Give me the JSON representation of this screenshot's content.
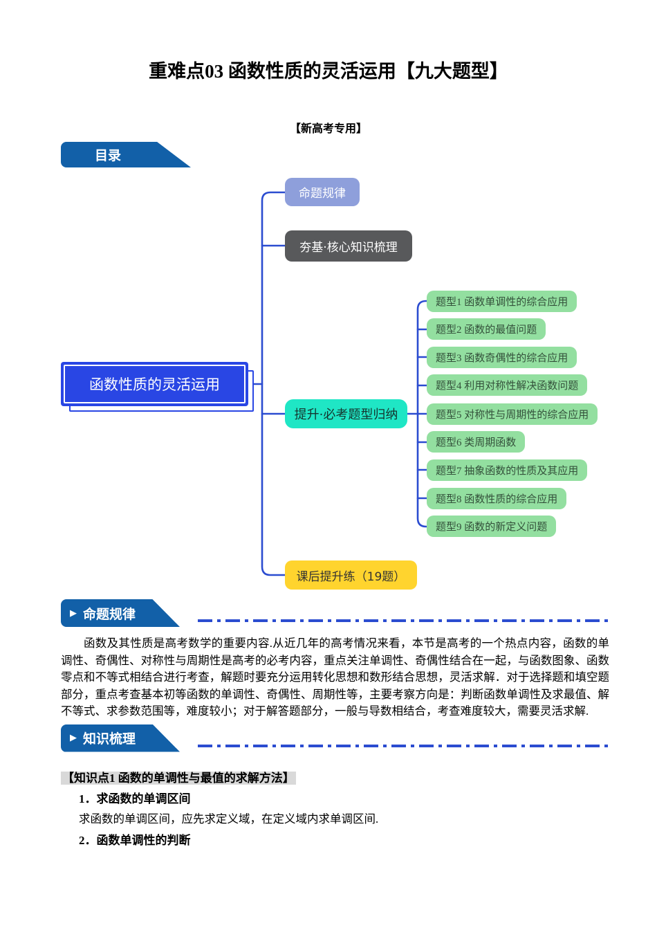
{
  "page": {
    "title": "重难点03 函数性质的灵活运用【九大题型】",
    "subtitle": "【新高考专用】"
  },
  "icons": {
    "section_arrow": "▶"
  },
  "mindmap": {
    "toc_label": "目录",
    "center": "函数性质的灵活运用",
    "branches": {
      "b1": "命题规律",
      "b2": "夯基·核心知识梳理",
      "b3": "提升·必考题型归纳",
      "b4": "课后提升练（19题）"
    },
    "topics": [
      "题型1 函数单调性的综合应用",
      "题型2 函数的最值问题",
      "题型3 函数奇偶性的综合应用",
      "题型4 利用对称性解决函数问题",
      "题型5 对称性与周期性的综合应用",
      "题型6 类周期函数",
      "题型7 抽象函数的性质及其应用",
      "题型8 函数性质的综合应用",
      "题型9 函数的新定义问题"
    ]
  },
  "sections": {
    "s1": "命题规律",
    "s2": "知识梳理"
  },
  "intro_text": "函数及其性质是高考数学的重要内容.从近几年的高考情况来看，本节是高考的一个热点内容，函数的单调性、奇偶性、对称性与周期性是高考的必考内容，重点关注单调性、奇偶性结合在一起，与函数图象、函数零点和不等式相结合进行考查，解题时要充分运用转化思想和数形结合思想，灵活求解．对于选择题和填空题部分，重点考查基本初等函数的单调性、奇偶性、周期性等，主要考察方向是：判断函数单调性及求最值、解不等式、求参数范围等，难度较小；对于解答题部分，一般与导数相结合，考查难度较大，需要灵活求解.",
  "knowledge": {
    "kp1_title": "【知识点1 函数的单调性与最值的求解方法】",
    "item1_heading": "1．求函数的单调区间",
    "item1_body": "求函数的单调区间，应先求定义域，在定义域内求单调区间.",
    "item2_heading": "2．函数单调性的判断"
  },
  "colors": {
    "banner-blue": "#1260a8",
    "line-blue": "#2b4cd0",
    "center-blue": "#2946e4",
    "branch-purple": "#8e9fdb",
    "branch-gray": "#58595b",
    "branch-cyan": "#1fe6c5",
    "branch-yellow": "#ffd42e",
    "topic-green": "#93dfa0",
    "kp-highlight": "#d9d9d9"
  }
}
